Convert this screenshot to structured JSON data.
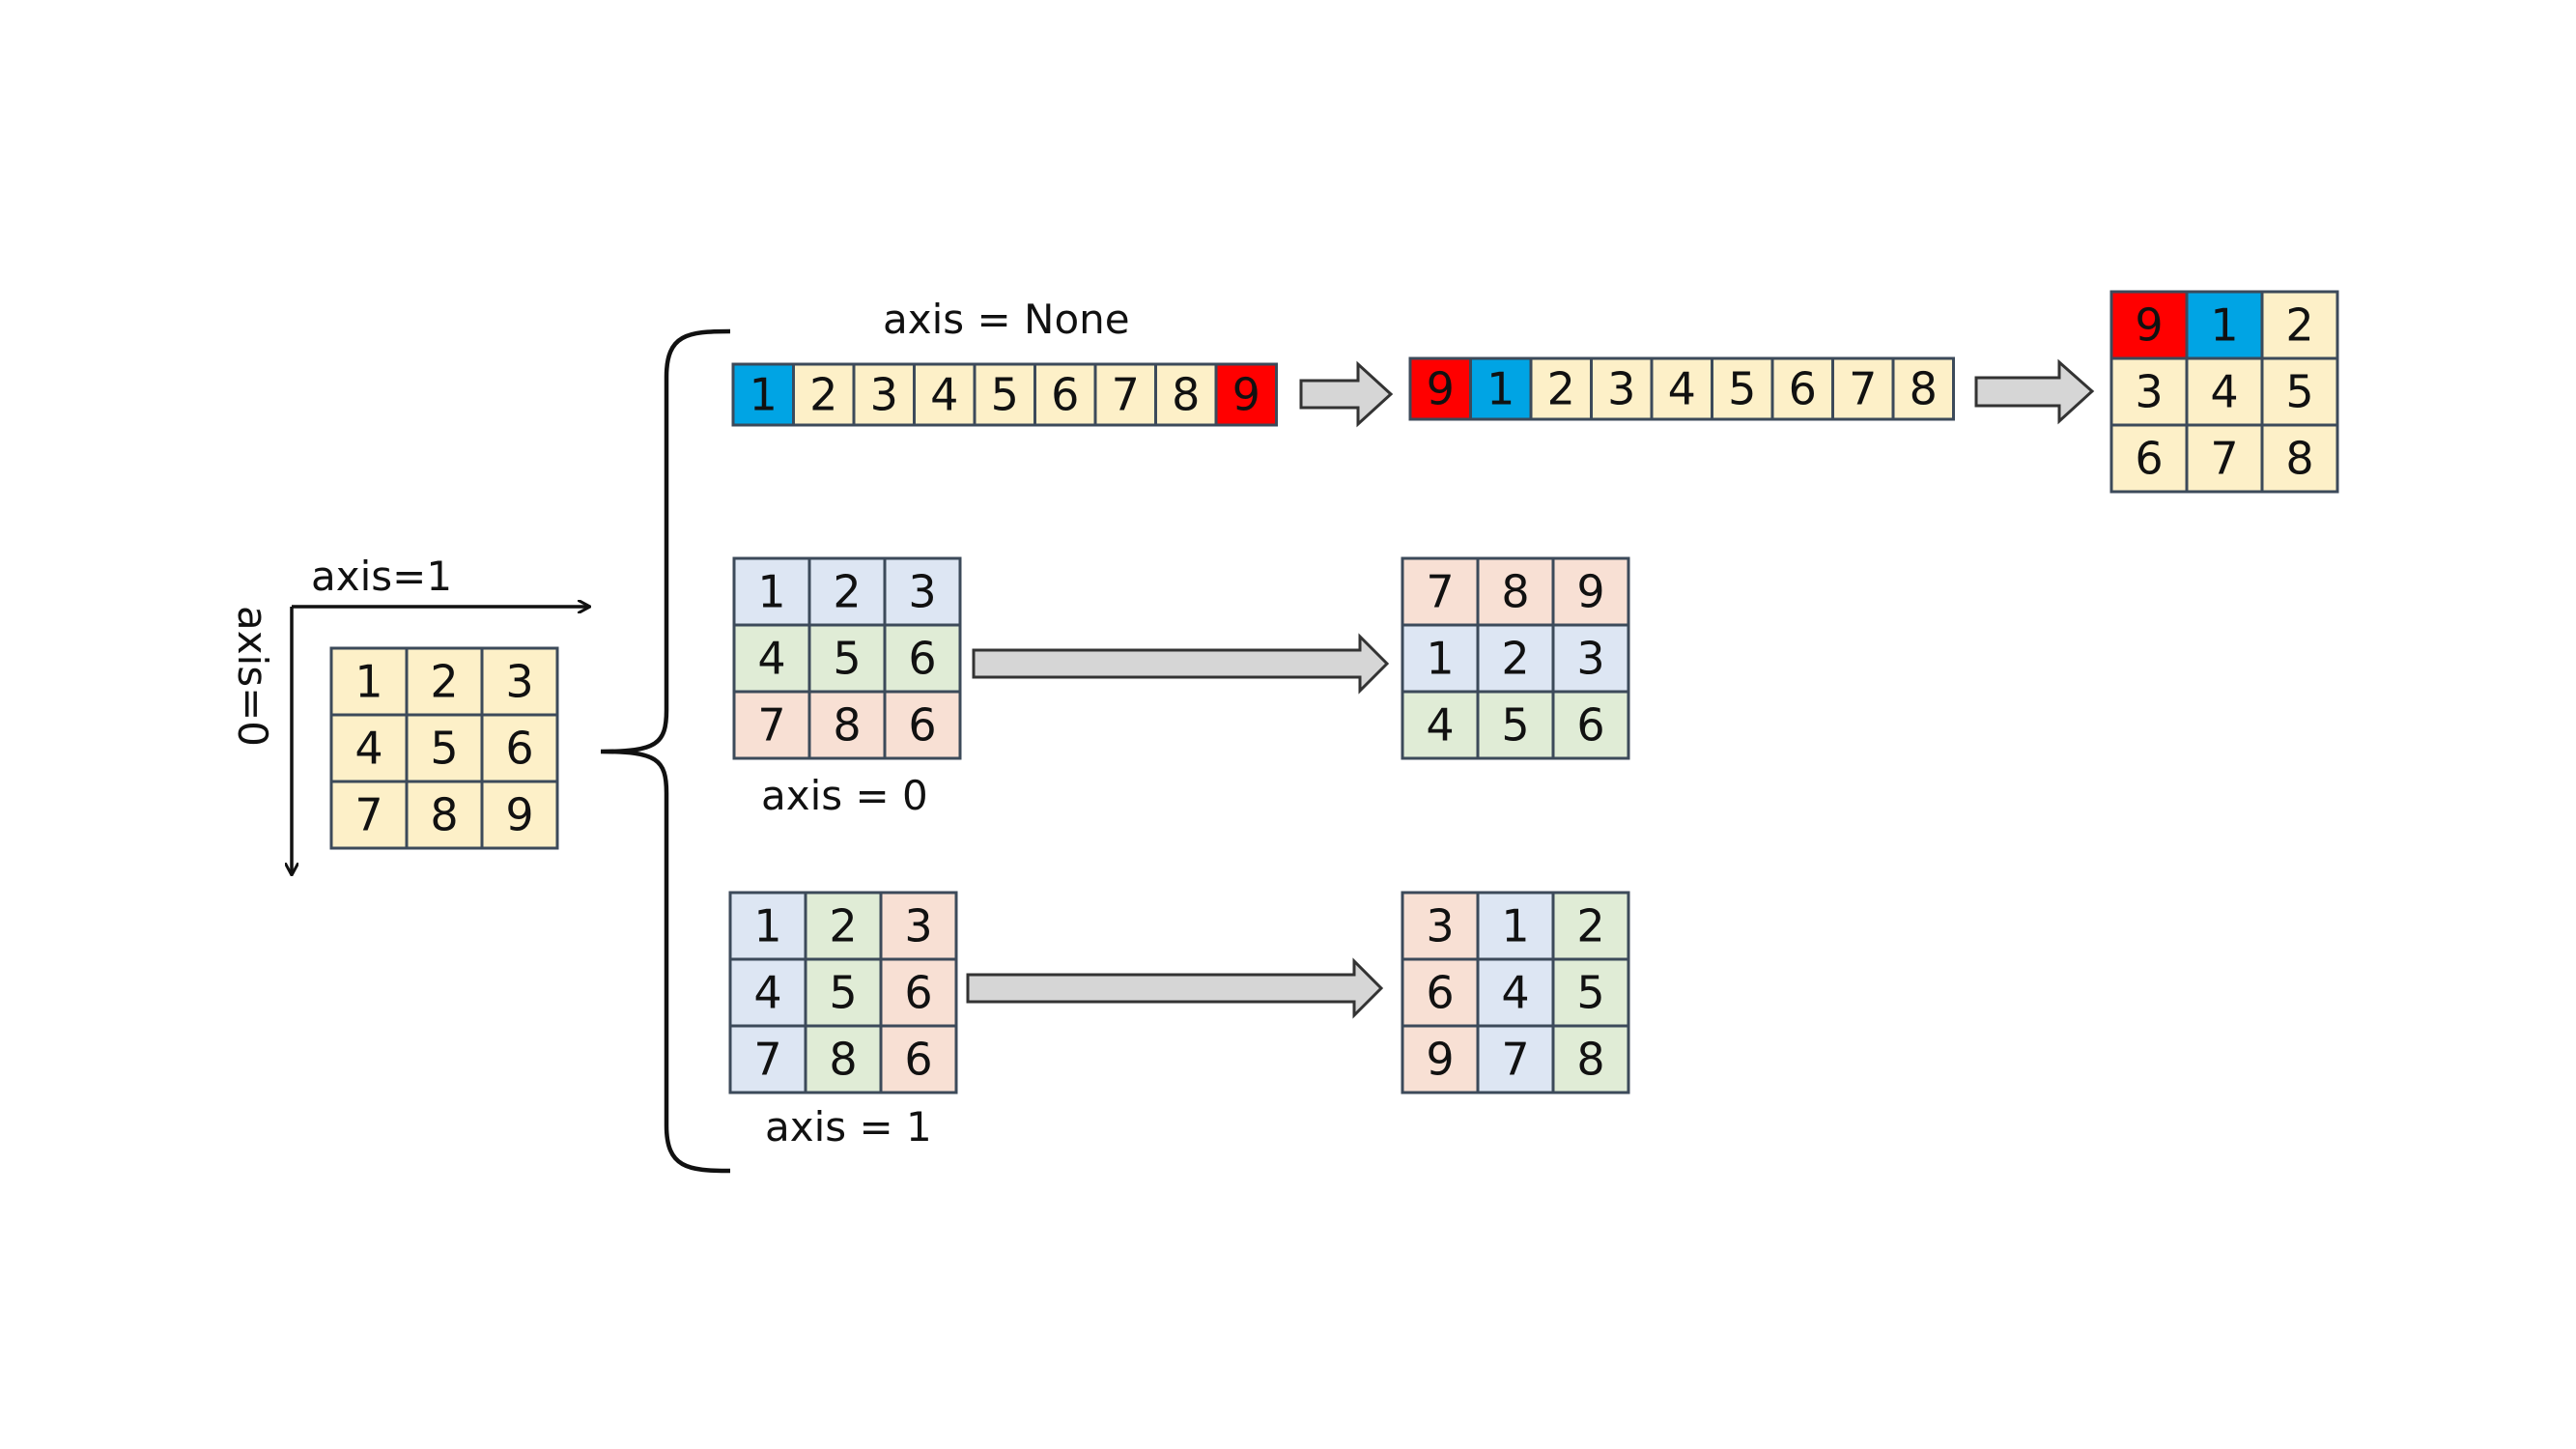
{
  "colors": {
    "yellow": "#fdf0c8",
    "blue": "#00a4e4",
    "red": "#ff0000",
    "light_blue": "#dde6f3",
    "light_green": "#e0ecd6",
    "light_red": "#f8e0d4",
    "cell_border": "#3c4a5a",
    "arrow_fill": "#d6d6d6",
    "arrow_stroke": "#333333"
  },
  "axis_labels": {
    "axis1": "axis=1",
    "axis0": "axis=0"
  },
  "section_labels": {
    "none": "axis = None",
    "axis0": "axis = 0",
    "axis1": "axis = 1"
  },
  "original_grid": {
    "rows": [
      [
        "1",
        "2",
        "3"
      ],
      [
        "4",
        "5",
        "6"
      ],
      [
        "7",
        "8",
        "9"
      ]
    ],
    "colors": [
      [
        "yellow",
        "yellow",
        "yellow"
      ],
      [
        "yellow",
        "yellow",
        "yellow"
      ],
      [
        "yellow",
        "yellow",
        "yellow"
      ]
    ]
  },
  "none_flat": {
    "values": [
      "1",
      "2",
      "3",
      "4",
      "5",
      "6",
      "7",
      "8",
      "9"
    ],
    "colors": [
      "blue",
      "yellow",
      "yellow",
      "yellow",
      "yellow",
      "yellow",
      "yellow",
      "yellow",
      "red"
    ]
  },
  "none_rolled": {
    "values": [
      "9",
      "1",
      "2",
      "3",
      "4",
      "5",
      "6",
      "7",
      "8"
    ],
    "colors": [
      "red",
      "blue",
      "yellow",
      "yellow",
      "yellow",
      "yellow",
      "yellow",
      "yellow",
      "yellow"
    ]
  },
  "none_result": {
    "rows": [
      [
        "9",
        "1",
        "2"
      ],
      [
        "3",
        "4",
        "5"
      ],
      [
        "6",
        "7",
        "8"
      ]
    ],
    "colors": [
      [
        "red",
        "blue",
        "yellow"
      ],
      [
        "yellow",
        "yellow",
        "yellow"
      ],
      [
        "yellow",
        "yellow",
        "yellow"
      ]
    ]
  },
  "axis0_input": {
    "rows": [
      [
        "1",
        "2",
        "3"
      ],
      [
        "4",
        "5",
        "6"
      ],
      [
        "7",
        "8",
        "6"
      ]
    ],
    "colors": [
      [
        "light_blue",
        "light_blue",
        "light_blue"
      ],
      [
        "light_green",
        "light_green",
        "light_green"
      ],
      [
        "light_red",
        "light_red",
        "light_red"
      ]
    ]
  },
  "axis0_result": {
    "rows": [
      [
        "7",
        "8",
        "9"
      ],
      [
        "1",
        "2",
        "3"
      ],
      [
        "4",
        "5",
        "6"
      ]
    ],
    "colors": [
      [
        "light_red",
        "light_red",
        "light_red"
      ],
      [
        "light_blue",
        "light_blue",
        "light_blue"
      ],
      [
        "light_green",
        "light_green",
        "light_green"
      ]
    ]
  },
  "axis1_input": {
    "rows": [
      [
        "1",
        "2",
        "3"
      ],
      [
        "4",
        "5",
        "6"
      ],
      [
        "7",
        "8",
        "6"
      ]
    ],
    "colors": [
      [
        "light_blue",
        "light_green",
        "light_red"
      ],
      [
        "light_blue",
        "light_green",
        "light_red"
      ],
      [
        "light_blue",
        "light_green",
        "light_red"
      ]
    ]
  },
  "axis1_result": {
    "rows": [
      [
        "3",
        "1",
        "2"
      ],
      [
        "6",
        "4",
        "5"
      ],
      [
        "9",
        "7",
        "8"
      ]
    ],
    "colors": [
      [
        "light_red",
        "light_blue",
        "light_green"
      ],
      [
        "light_red",
        "light_blue",
        "light_green"
      ],
      [
        "light_red",
        "light_blue",
        "light_green"
      ]
    ]
  }
}
